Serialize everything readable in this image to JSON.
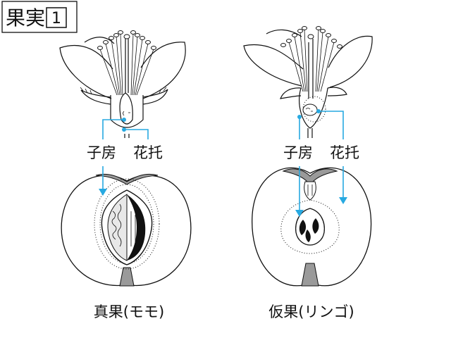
{
  "title": {
    "text": "果実",
    "number": "1"
  },
  "peach": {
    "label_ovary": "子房",
    "label_receptacle": "花托",
    "caption": "真果(モモ)"
  },
  "apple": {
    "label_ovary": "子房",
    "label_receptacle": "花托",
    "caption": "仮果(リンゴ)"
  },
  "colors": {
    "arrow": "#27a9e1",
    "shading": "#9a9a9a",
    "line": "#111111"
  }
}
